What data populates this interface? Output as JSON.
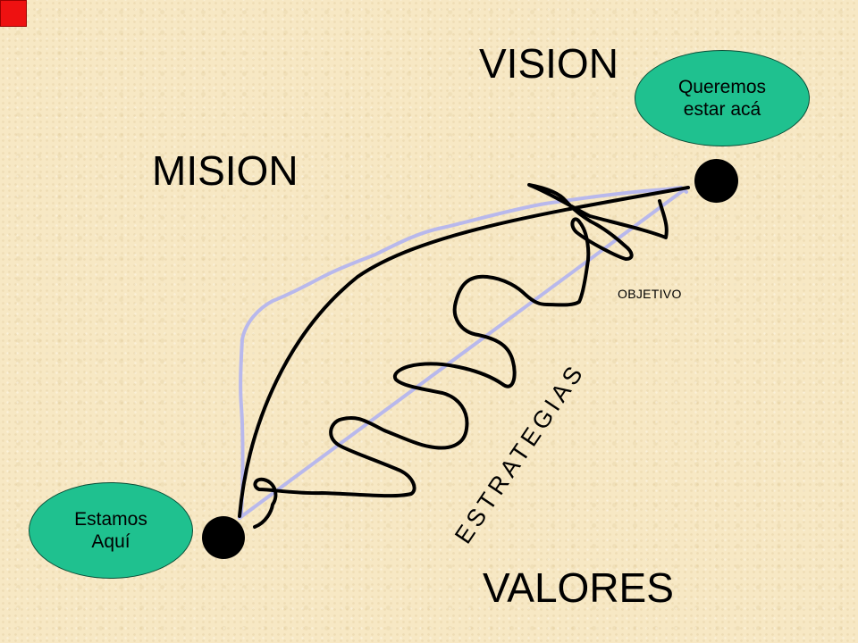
{
  "labels": {
    "vision": "VISION",
    "mision": "MISION",
    "valores": "VALORES",
    "estrategias": "ESTRATEGIAS",
    "objetivo": "OBJETIVO"
  },
  "goal_bubble": {
    "line1": "Queremos",
    "line2": "estar acá"
  },
  "start_bubble": {
    "line1": "Estamos",
    "line2": "Aquí"
  },
  "colors": {
    "background": "#f7e8c4",
    "bubble_fill": "#1fc18f",
    "dot": "#000000",
    "objective_dot": "#ee1111",
    "direct_path": "#b8b8ec",
    "winding_path": "#000000"
  }
}
